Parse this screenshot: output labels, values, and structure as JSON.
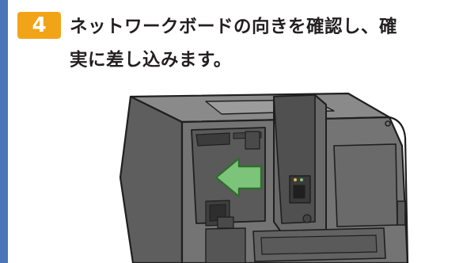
{
  "step": {
    "number": "4",
    "text_line_1": "ネットワークボードの向きを確認し、確",
    "text_line_2": "実に差し込みます。"
  },
  "colors": {
    "side_bar": "#4a76b8",
    "badge": "#f2a419",
    "arrow": "#7cc47a",
    "body": "#6e6e6e",
    "outline": "#1f1f1f"
  },
  "illustration": {
    "icon": "printer-network-board-insertion",
    "arrow_direction": "left"
  }
}
